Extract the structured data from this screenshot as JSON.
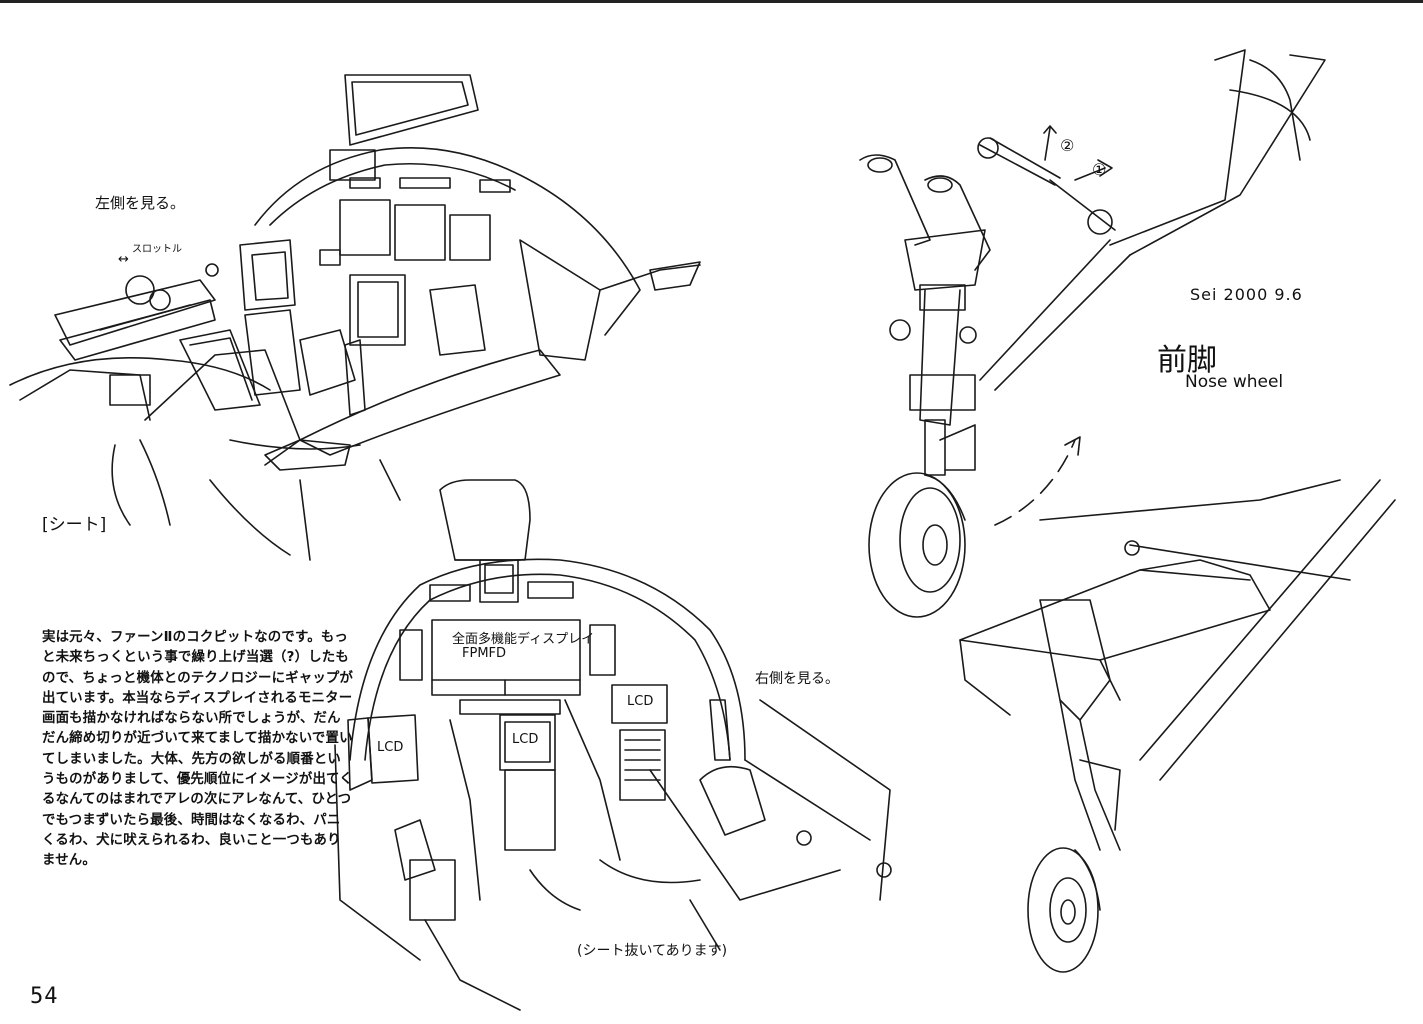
{
  "page": {
    "number": "54"
  },
  "cockpit_left": {
    "label_left_view": "左側を見る。",
    "label_throttle": "スロットル",
    "label_seat": "[シート]"
  },
  "cockpit_front": {
    "label_display_line1": "全面多機能ディスプレイ",
    "label_display_line2": "FPMFD",
    "label_lcd_left": "LCD",
    "label_lcd_center": "LCD",
    "label_lcd_right": "LCD",
    "label_right_view": "右側を見る。",
    "label_seat_removed": "(シート抜いてあります)"
  },
  "nose_wheel": {
    "signature": "Sei 2000 9.6",
    "title_jp": "前脚",
    "title_en": "Nose wheel",
    "step1": "①",
    "step2": "②"
  },
  "commentary": "実は元々、ファーンⅡのコクピットなのです。もっと未来ちっくという事で繰り上げ当選（?）したもので、ちょっと機体とのテクノロジーにギャップが出ています。本当ならディスプレイされるモニター画面も描かなければならない所でしょうが、だんだん締め切りが近づいて来てまして描かないで置いてしまいました。大体、先方の欲しがる順番というものがありまして、優先順位にイメージが出てくるなんてのはまれでアレの次にアレなんて、ひとつでもつまずいたら最後、時間はなくなるわ、パニくるわ、犬に吠えられるわ、良いこと一つもありません。"
}
